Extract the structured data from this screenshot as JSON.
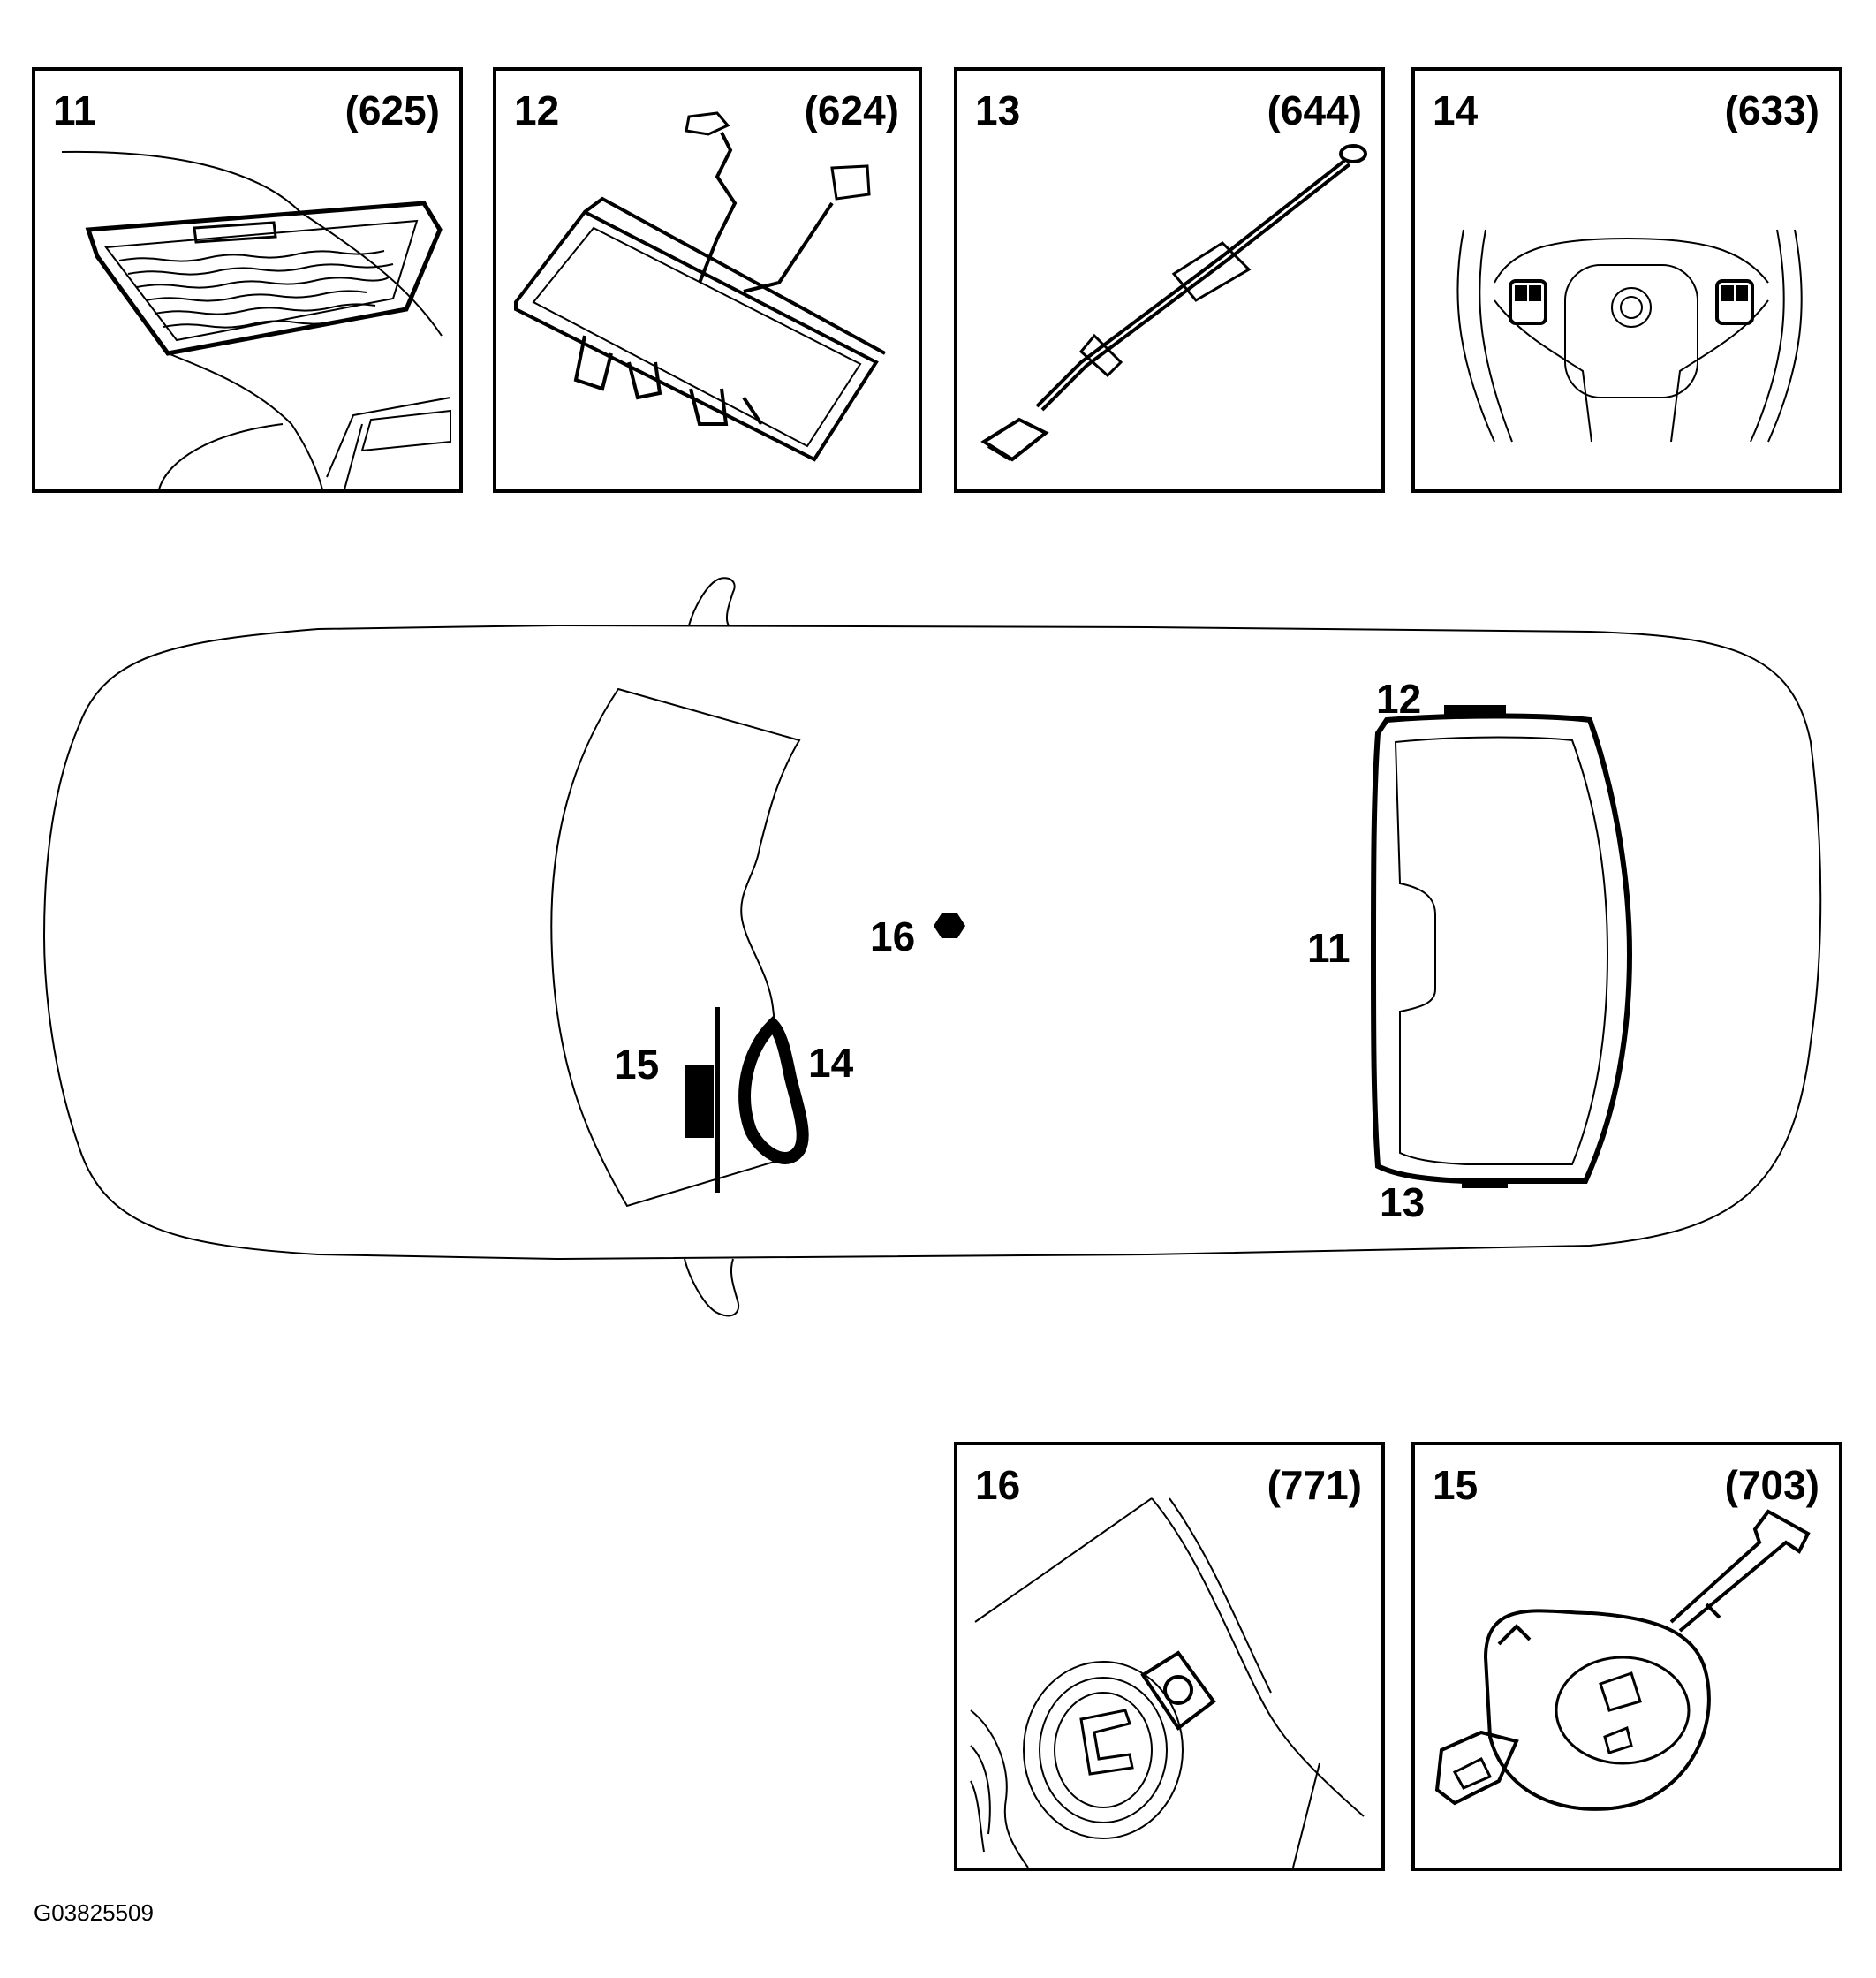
{
  "panels": [
    {
      "id": "11",
      "code": "(625)",
      "icon": "rear-window-heater-grid"
    },
    {
      "id": "12",
      "code": "(624)",
      "icon": "antenna-amplifier-module"
    },
    {
      "id": "13",
      "code": "(644)",
      "icon": "ground-strap-cable"
    },
    {
      "id": "14",
      "code": "(633)",
      "icon": "steering-wheel-buttons"
    },
    {
      "id": "16",
      "code": "(771)",
      "icon": "antenna-connector"
    },
    {
      "id": "15",
      "code": "(703)",
      "icon": "steering-column-switch"
    }
  ],
  "car_labels": {
    "c11": "11",
    "c12": "12",
    "c13": "13",
    "c14": "14",
    "c15": "15",
    "c16": "16"
  },
  "figure_id": "G03825509"
}
